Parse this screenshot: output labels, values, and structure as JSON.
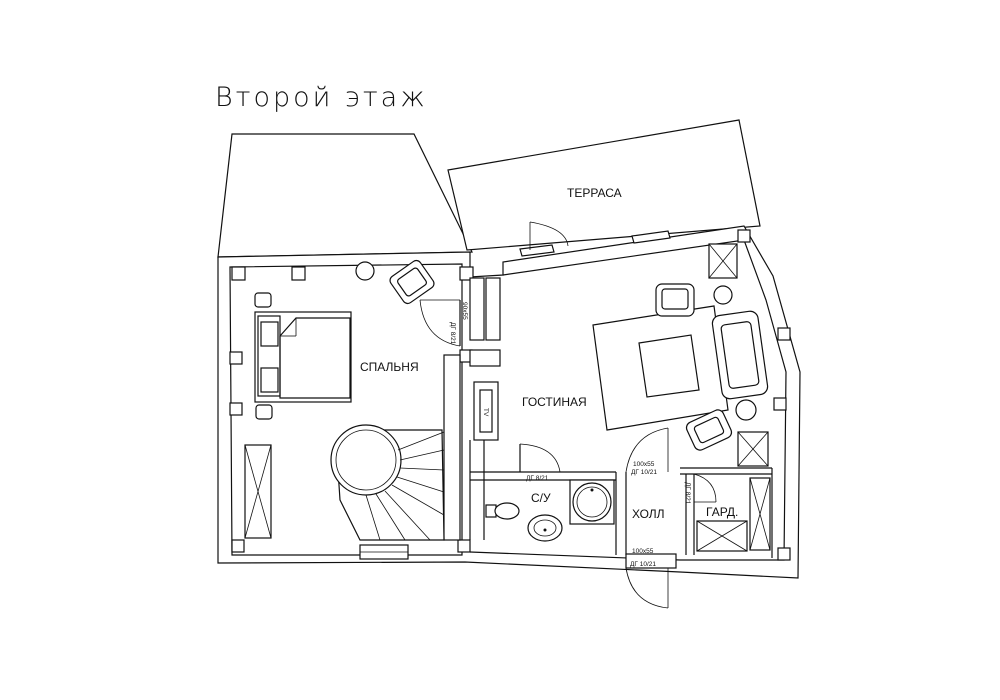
{
  "title": "Второй этаж",
  "rooms": {
    "terrace": "ТЕРРАСА",
    "bedroom": "СПАЛЬНЯ",
    "living": "ГОСТИНАЯ",
    "bathroom": "С/У",
    "hall": "ХОЛЛ",
    "wardrobe": "ГАРД."
  },
  "door_labels": {
    "bedroom_door_size": "90х55",
    "bedroom_door_code": "ДГ 8/21",
    "bath_door_code": "ДГ 8/21",
    "hall_top_size": "100х55",
    "hall_top_code": "ДГ 10/21",
    "wardrobe_door_code": "ДГ 8/21",
    "entry_size": "100х55",
    "entry_code": "ДГ 10/21",
    "tv": "TV"
  }
}
